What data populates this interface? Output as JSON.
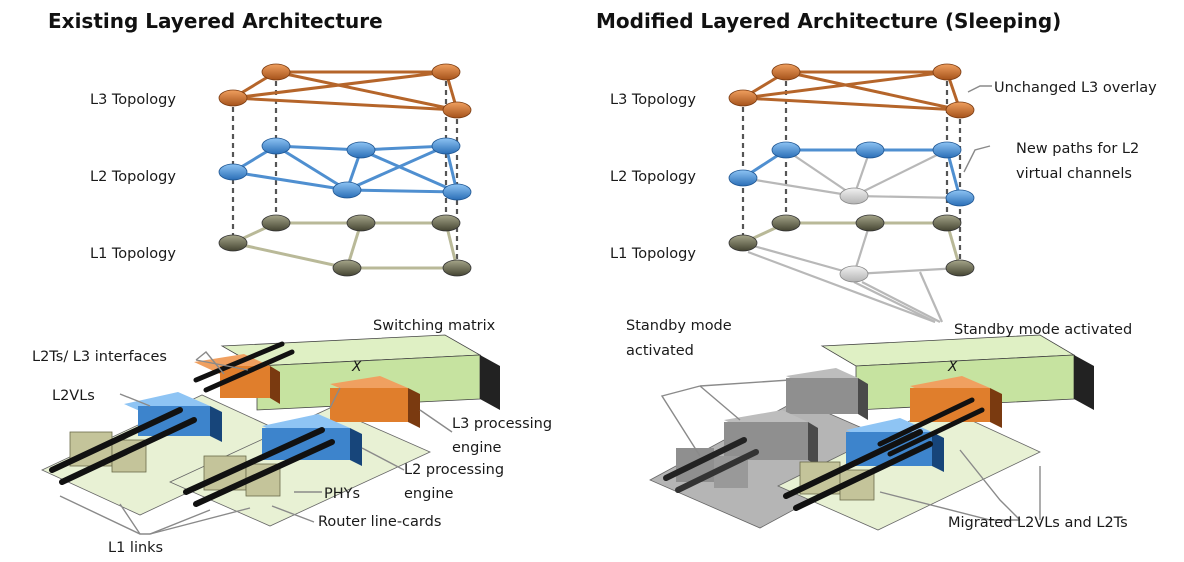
{
  "colors": {
    "l3": "#c8702c",
    "l2": "#3d84cc",
    "l1": "#6c6c50",
    "phy": "#c4c49a",
    "switch": "#cfe9a9",
    "standby": "#8f8f8f",
    "card": "#e6f0d2"
  },
  "left": {
    "title": "Existing Layered Architecture",
    "layer_labels": {
      "l3": "L3 Topology",
      "l2": "L2 Topology",
      "l1": "L1 Topology"
    },
    "hw_labels": {
      "switching_matrix": "Switching matrix",
      "l2ts_l3": "L2Ts/ L3 interfaces",
      "l2vls": "L2VLs",
      "l3_engine_1": "L3 processing",
      "l3_engine_2": "engine",
      "l2_engine_1": "L2 processing",
      "l2_engine_2": "engine",
      "phys": "PHYs",
      "line_cards": "Router line-cards",
      "l1_links": "L1 links"
    }
  },
  "right": {
    "title": "Modified Layered Architecture (Sleeping)",
    "layer_labels": {
      "l3": "L3 Topology",
      "l2": "L2 Topology",
      "l1": "L1 Topology"
    },
    "annotations": {
      "unchanged": "Unchanged L3 overlay",
      "new_paths_1": "New paths for L2",
      "new_paths_2": "virtual channels",
      "standby_left_1": "Standby mode",
      "standby_left_2": "activated",
      "standby_right": "Standby mode activated",
      "migrated": "Migrated L2VLs and L2Ts"
    },
    "switch_mark": "X"
  },
  "switch_mark": "X"
}
